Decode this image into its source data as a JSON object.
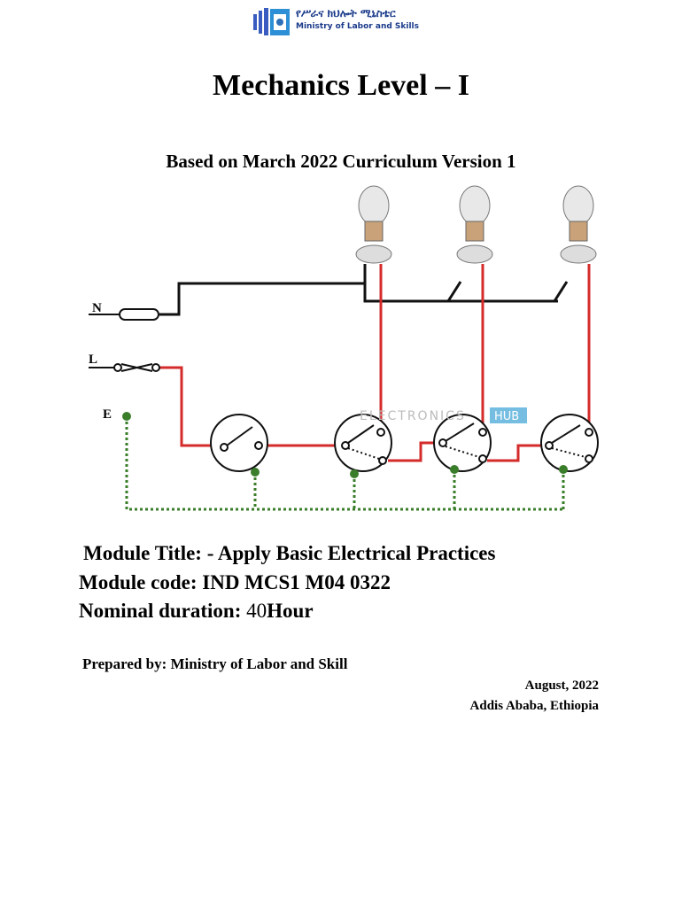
{
  "header": {
    "logo_amharic": "የሥራና ክህሎት ሚኒስቴር",
    "logo_english": "Ministry of Labor and Skills"
  },
  "title": "Mechanics Level – I",
  "subtitle": "Based on March 2022 Curriculum Version 1",
  "diagram": {
    "labels": {
      "neutral": "N",
      "live": "L",
      "earth": "E"
    },
    "watermark_left": "ELECTRONICS",
    "watermark_right": "HUB",
    "colors": {
      "live": "#d42b2b",
      "neutral": "#111111",
      "earth": "#3a7d2a",
      "watermark_badge": "#3ba3d6"
    }
  },
  "module": {
    "title_label": "Module Title: - Apply Basic Electrical Practices",
    "code_label": "Module code: IND MCS1 M04 0322",
    "duration_label": "Nominal duration: ",
    "duration_value": "40",
    "duration_unit": "Hour"
  },
  "footer": {
    "prepared_by": "Prepared by: Ministry of Labor and Skill",
    "date": "August, 2022",
    "place": "Addis Ababa, Ethiopia"
  }
}
